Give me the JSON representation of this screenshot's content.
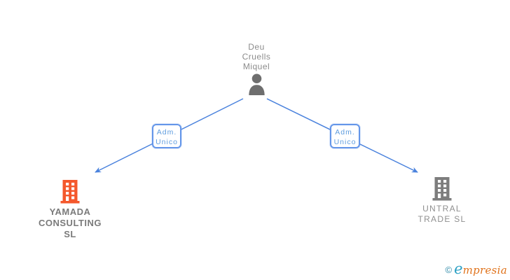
{
  "canvas": {
    "background": "#ffffff"
  },
  "person": {
    "name_line1": "Deu",
    "name_line2": "Cruells",
    "name_line3": "Miquel",
    "icon": "person-silhouette-icon",
    "icon_color": "#6e6e6e",
    "text_color": "#8c8c8c"
  },
  "edges": {
    "line_color": "#4a82dd",
    "label_border_color": "#6496e9",
    "label_text_color": "#5f9ddf",
    "left": {
      "label_line1": "Adm.",
      "label_line2": "Unico"
    },
    "right": {
      "label_line1": "Adm.",
      "label_line2": "Unico"
    }
  },
  "companies": {
    "left": {
      "name_line1": "YAMADA",
      "name_line2": "CONSULTING",
      "name_line3": "SL",
      "icon": "building-icon",
      "icon_color": "#f4582c",
      "text_color": "#7a7a7a"
    },
    "right": {
      "name_line1": "UNTRAL",
      "name_line2": "TRADE SL",
      "icon": "building-icon",
      "icon_color": "#7d7d7d",
      "text_color": "#8f8f8f"
    }
  },
  "watermark": {
    "copyright_symbol": "©",
    "brand_initial": "e",
    "brand_rest": "mpresia",
    "copyright_color": "#2d89a8",
    "initial_color": "#2ba0c4",
    "rest_color": "#e0731c"
  }
}
